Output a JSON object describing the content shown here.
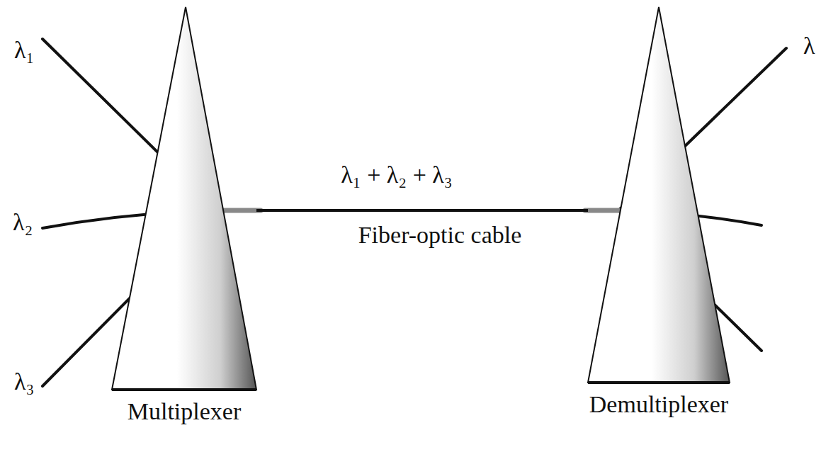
{
  "diagram": {
    "nodes": [
      {
        "text": [
          "Multiplexer"
        ]
      },
      {
        "text": [
          "Demultiplexer"
        ]
      }
    ],
    "edges": [
      {
        "from": 0,
        "to": 1,
        "arrow": "none",
        "label": "Fiber-optic cable"
      }
    ],
    "labels": [
      "λ₁",
      "λ₂",
      "λ₃",
      "λ₁ + λ₂ + λ₃",
      "λ"
    ]
  }
}
